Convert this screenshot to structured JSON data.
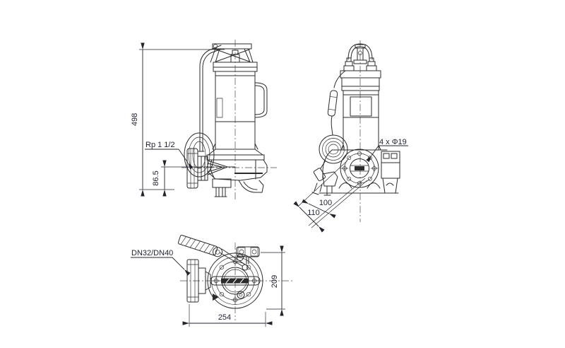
{
  "meta": {
    "drawing_type": "pump dimensional drawing, three orthographic views",
    "background": "#ffffff",
    "line_color": "#2b2b2b",
    "text_color": "#1e2130"
  },
  "labels": {
    "thread": "Rp 1 1/2",
    "bolt_holes": "4 x Φ19",
    "flange": "DN32/DN40"
  },
  "dims": {
    "overall_height": "498",
    "discharge_height": "86.5",
    "bolt_circle_inner": "100",
    "bolt_circle_outer": "110",
    "overall_width": "254",
    "overall_depth": "209"
  }
}
